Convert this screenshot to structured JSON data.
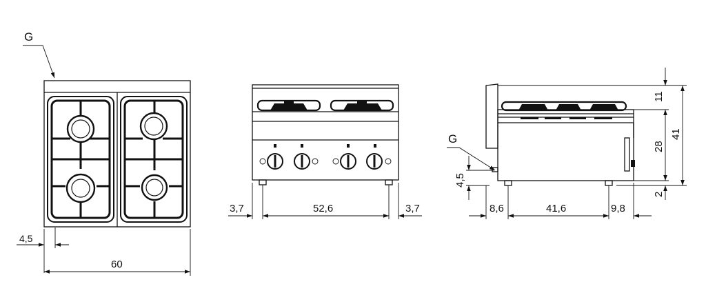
{
  "gas_label": "G",
  "views": {
    "top": {
      "dims": {
        "offset": "4,5",
        "width": "60"
      }
    },
    "front": {
      "dims": {
        "left": "3,7",
        "middle": "52,6",
        "right": "3,7"
      }
    },
    "side": {
      "gas_label": "G",
      "dims": {
        "gas_height": "4,5",
        "left": "8,6",
        "middle": "41,6",
        "right": "9,8",
        "top": "11",
        "body": "28",
        "total": "41",
        "feet": "2"
      }
    }
  }
}
